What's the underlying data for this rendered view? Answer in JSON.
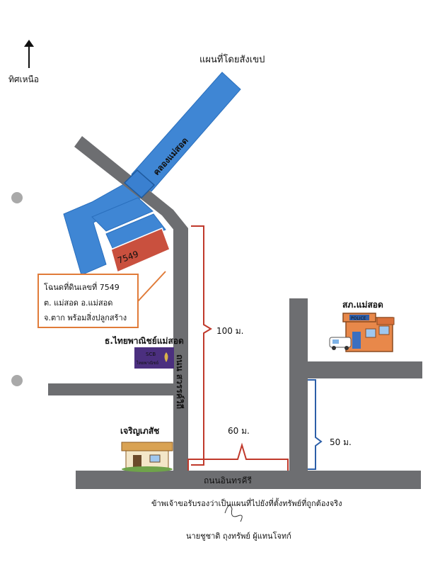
{
  "title": "แผนที่โดยสังเขป",
  "north_label": "ทิศเหนือ",
  "canal_label": "คลองแม่สอด",
  "parcel_number": "7549",
  "callout": {
    "line1": "โฉนดที่ดินเลขที่ 7549",
    "line2": "ต. แม่สอด อ.แม่สอด",
    "line3": "จ.ตาก  พร้อมสิ่งปลูกสร้าง"
  },
  "bank": {
    "label": "ธ.ไทยพาณิชย์แม่สอด",
    "logo_top": "SCB",
    "logo_bottom": "ไทยพาณิชย์"
  },
  "police": {
    "label": "สภ.แม่สอด",
    "sign": "POLICE"
  },
  "pharmacy_label": "เจริญเภสัช",
  "vertical_road_label": "ถนน สวรรค์วิถี",
  "bottom_road_label": "ถนนอินทรคีรี",
  "dimensions": {
    "d100": "100 ม.",
    "d60": "60 ม.",
    "d50": "50 ม."
  },
  "certification": "ข้าพเจ้าขอรับรองว่าเป็นแผนที่ไปยังที่ตั้งทรัพย์ที่ถูกต้องจริง",
  "signer": "นายชูชาติ ถุงทรัพย์ ผู้แทนโจทก์",
  "colors": {
    "road": "#6d6e71",
    "canal": "#3f86d4",
    "parcel": "#c9503e",
    "callout_border": "#e07b39",
    "measure_red": "#c0392b",
    "measure_blue": "#2c5fa8",
    "road_text": "#e0902c"
  }
}
